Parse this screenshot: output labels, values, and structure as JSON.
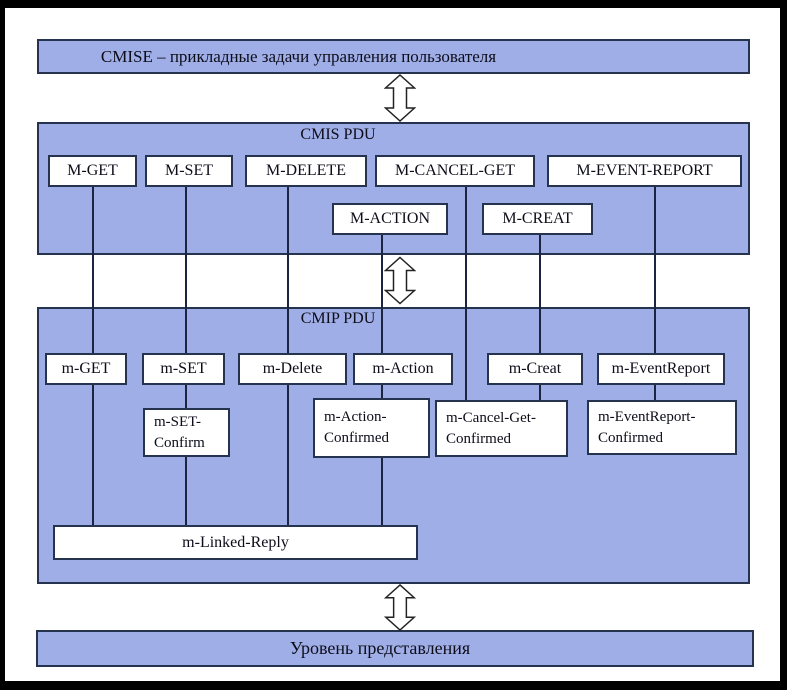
{
  "colors": {
    "panel-blue": "#9FAEE6",
    "border-dark": "#26334F",
    "line-dark": "#1B2440",
    "frame-black": "#000000",
    "text-dark": "#0D0D1A",
    "node-bg": "#FFFFFF"
  },
  "top_bar": {
    "label": "CMISE – прикладные задачи управления пользователя"
  },
  "cmis_pdu": {
    "title": "CMIS PDU",
    "row1": [
      "M-GET",
      "M-SET",
      "M-DELETE",
      "M-CANCEL-GET",
      "M-EVENT-REPORT"
    ],
    "row2": [
      "M-ACTION",
      "M-CREAT"
    ]
  },
  "cmip_pdu": {
    "title": "CMIP PDU",
    "row1": [
      "m-GET",
      "m-SET",
      "m-Delete",
      "m-Action",
      "m-Creat",
      "m-EventReport"
    ],
    "row2": [
      "m-SET-\nConfirm",
      "m-Action-\nConfirmed",
      "m-Cancel-Get-\nConfirmed",
      "m-EventReport-\nConfirmed"
    ],
    "linked_reply": "m-Linked-Reply"
  },
  "bottom_bar": {
    "label": "Уровень представления"
  },
  "icons": {
    "updown_arrow": "double-headed-vertical-arrow"
  }
}
